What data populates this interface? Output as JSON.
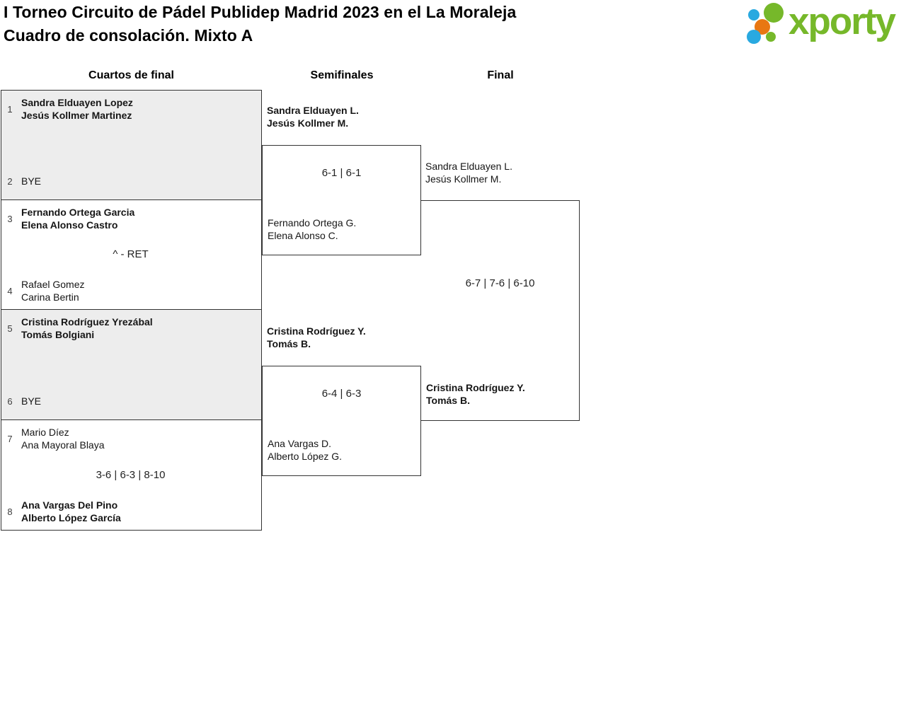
{
  "title": {
    "line1": "I Torneo Circuito de Pádel Publidep Madrid 2023 en el La Moraleja",
    "line2": "Cuadro de consolación. Mixto A"
  },
  "logo": {
    "brand": "xporty",
    "icon": "dots-cluster-icon",
    "colors": {
      "green": "#76b82a",
      "blue": "#29a9e0",
      "orange": "#e87712"
    }
  },
  "rounds": [
    {
      "label": "Cuartos de final"
    },
    {
      "label": "Semifinales"
    },
    {
      "label": "Final"
    }
  ],
  "quarterfinals": [
    {
      "top": {
        "seed": "1",
        "players": [
          "Sandra Elduayen Lopez",
          "Jesús Kollmer Martinez"
        ],
        "winner": true
      },
      "score": "",
      "bottom": {
        "seed": "2",
        "players": [
          "BYE"
        ],
        "winner": false
      }
    },
    {
      "top": {
        "seed": "3",
        "players": [
          "Fernando Ortega Garcia",
          "Elena Alonso Castro"
        ],
        "winner": true
      },
      "score": "^ - RET",
      "bottom": {
        "seed": "4",
        "players": [
          "Rafael Gomez",
          "Carina Bertin"
        ],
        "winner": false
      }
    },
    {
      "top": {
        "seed": "5",
        "players": [
          "Cristina Rodríguez Yrezábal",
          "Tomás Bolgiani"
        ],
        "winner": true
      },
      "score": "",
      "bottom": {
        "seed": "6",
        "players": [
          "BYE"
        ],
        "winner": false
      }
    },
    {
      "top": {
        "seed": "7",
        "players": [
          "Mario Díez",
          "Ana Mayoral Blaya"
        ],
        "winner": false
      },
      "score": "3-6 | 6-3 | 8-10",
      "bottom": {
        "seed": "8",
        "players": [
          "Ana Vargas Del Pino",
          "Alberto López García"
        ],
        "winner": true
      }
    }
  ],
  "semifinals": [
    {
      "top": {
        "players": [
          "Sandra Elduayen L.",
          "Jesús Kollmer M."
        ],
        "winner": true
      },
      "score": "6-1 | 6-1",
      "bottom": {
        "players": [
          "Fernando Ortega G.",
          "Elena Alonso C."
        ],
        "winner": false
      }
    },
    {
      "top": {
        "players": [
          "Cristina Rodríguez Y.",
          "Tomás B."
        ],
        "winner": true
      },
      "score": "6-4 | 6-3",
      "bottom": {
        "players": [
          "Ana Vargas D.",
          "Alberto López G."
        ],
        "winner": false
      }
    }
  ],
  "final": {
    "top": {
      "players": [
        "Sandra Elduayen L.",
        "Jesús Kollmer M."
      ],
      "winner": false
    },
    "score": "6-7 | 7-6 | 6-10",
    "bottom": {
      "players": [
        "Cristina Rodríguez Y.",
        "Tomás B."
      ],
      "winner": true
    }
  }
}
